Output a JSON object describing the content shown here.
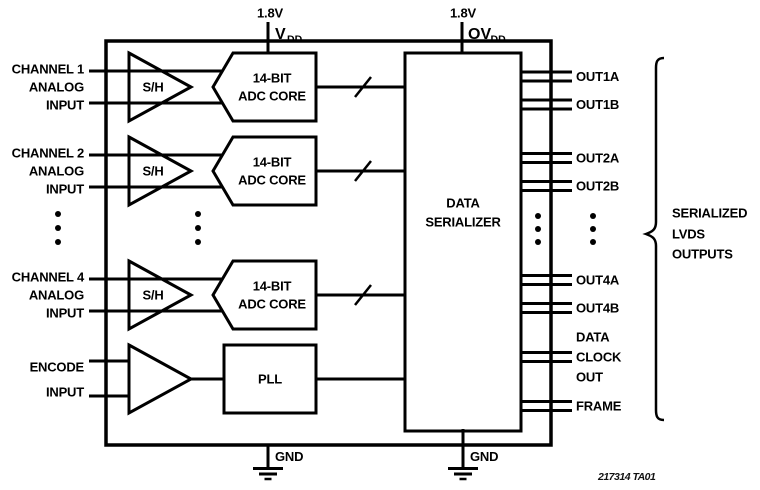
{
  "figure_id": "217314 TA01",
  "colors": {
    "ink": "#000000",
    "background": "#ffffff"
  },
  "supplies": {
    "vdd": {
      "voltage": "1.8V",
      "pin_base": "V",
      "pin_sub": "DD"
    },
    "ovdd": {
      "voltage": "1.8V",
      "pin_base": "OV",
      "pin_sub": "DD"
    }
  },
  "grounds": {
    "left": "GND",
    "right": "GND"
  },
  "channels": [
    {
      "label": [
        "CHANNEL 1",
        "ANALOG",
        "INPUT"
      ],
      "amp": "S/H",
      "adc": [
        "14-BIT",
        "ADC CORE"
      ]
    },
    {
      "label": [
        "CHANNEL 2",
        "ANALOG",
        "INPUT"
      ],
      "amp": "S/H",
      "adc": [
        "14-BIT",
        "ADC CORE"
      ]
    },
    {
      "label": [
        "CHANNEL 4",
        "ANALOG",
        "INPUT"
      ],
      "amp": "S/H",
      "adc": [
        "14-BIT",
        "ADC CORE"
      ]
    }
  ],
  "encode": {
    "label": [
      "ENCODE",
      "INPUT"
    ],
    "pll": "PLL"
  },
  "serializer": {
    "label": [
      "DATA",
      "SERIALIZER"
    ]
  },
  "outputs": {
    "pairs": [
      "OUT1A",
      "OUT1B",
      "OUT2A",
      "OUT2B",
      "OUT4A",
      "OUT4B"
    ],
    "clock": [
      "DATA",
      "CLOCK",
      "OUT"
    ],
    "frame": "FRAME"
  },
  "brace_label": [
    "SERIALIZED",
    "LVDS",
    "OUTPUTS"
  ]
}
